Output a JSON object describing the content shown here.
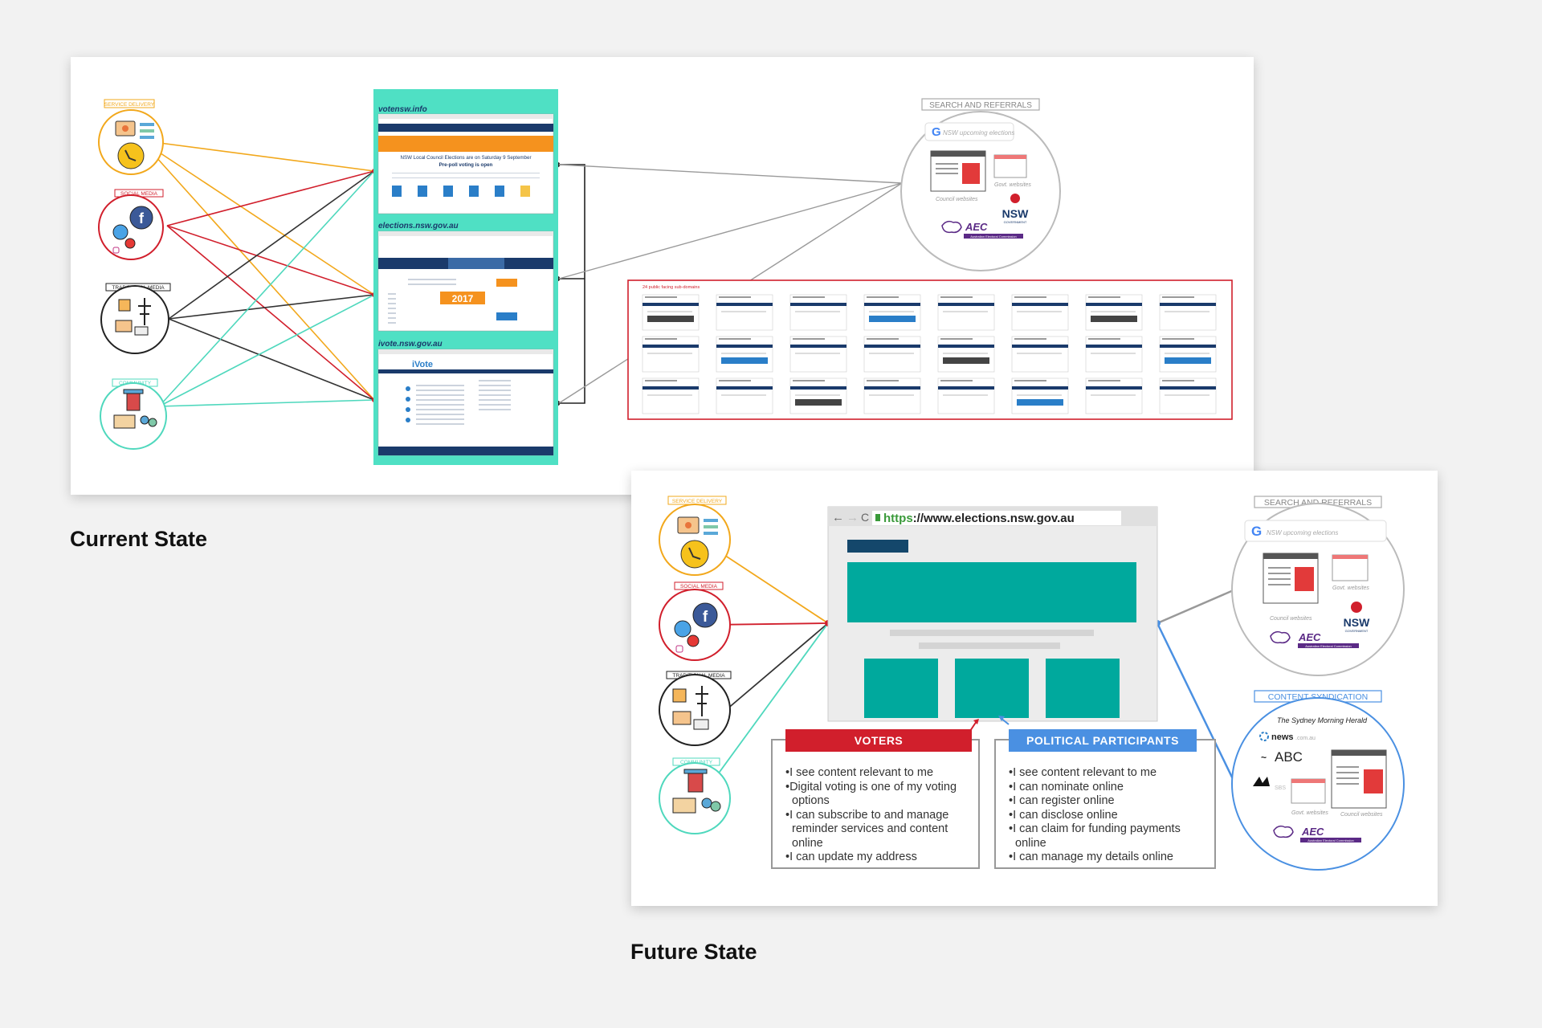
{
  "current_state": {
    "title": "Current State",
    "channels": [
      {
        "label": "SERVICE DELIVERY",
        "color": "#f2a81c"
      },
      {
        "label": "SOCIAL MEDIA",
        "color": "#d11f2c"
      },
      {
        "label": "TRADITIONAL MEDIA",
        "color": "#222222"
      },
      {
        "label": "COMMUNITY",
        "color": "#4fd8bd"
      }
    ],
    "sites": [
      {
        "url": "votensw.info",
        "banner": "NSW Local Council Elections are on Saturday 9 September",
        "sub": "Pre-poll voting is open"
      },
      {
        "url": "elections.nsw.gov.au",
        "year": "2017"
      },
      {
        "url": "ivote.nsw.gov.au",
        "logo": "iVote"
      }
    ],
    "search": {
      "heading": "SEARCH AND REFERRALS",
      "query": "NSW upcoming elections",
      "council_label": "Council websites",
      "govt_label": "Govt. websites",
      "nsw_logo": "NSW",
      "nsw_sub": "GOVERNMENT",
      "aec_logo": "AEC",
      "aec_sub": "Australian Electoral Commission"
    },
    "subdomains_label": "24 public facing sub-domains",
    "colors": {
      "teal_column": "#4fe0c4",
      "orange_banner": "#f5921e",
      "grey_line": "#9a9a9a",
      "red_box": "#d11f2c"
    }
  },
  "future_state": {
    "title": "Future State",
    "channels": [
      {
        "label": "SERVICE DELIVERY",
        "color": "#f2a81c"
      },
      {
        "label": "SOCIAL MEDIA",
        "color": "#d11f2c"
      },
      {
        "label": "TRADITIONAL MEDIA",
        "color": "#222222"
      },
      {
        "label": "COMMUNITY",
        "color": "#4fd8bd"
      }
    ],
    "browser": {
      "scheme": "https",
      "rest": "://www.elections.nsw.gov.au",
      "teal": "#00a99d"
    },
    "voters": {
      "heading": "VOTERS",
      "color": "#d11f2c",
      "items": [
        "I see content relevant to me",
        "Digital voting is one of my voting options",
        "I can subscribe to and manage reminder services and content online",
        "I can update my address"
      ]
    },
    "participants": {
      "heading": "POLITICAL PARTICIPANTS",
      "color": "#4a90e2",
      "items": [
        "I see content relevant to me",
        "I can nominate online",
        "I can register online",
        "I can disclose online",
        "I can claim for funding payments online",
        "I can manage my details online"
      ]
    },
    "search": {
      "heading": "SEARCH AND REFERRALS",
      "query": "NSW upcoming elections",
      "council_label": "Council websites",
      "govt_label": "Govt. websites",
      "nsw_logo": "NSW",
      "nsw_sub": "GOVERNMENT",
      "aec_logo": "AEC",
      "aec_sub": "Australian Electoral Commission"
    },
    "syndication": {
      "heading": "CONTENT SYNDICATION",
      "smh": "The Sydney Morning Herald",
      "news": "news",
      "news_suffix": ".com.au",
      "abc": "ABC",
      "sbs": "SBS",
      "govt_label": "Govt. websites",
      "council_label": "Council websites",
      "aec_logo": "AEC",
      "aec_sub": "Australian Electoral Commission"
    }
  }
}
